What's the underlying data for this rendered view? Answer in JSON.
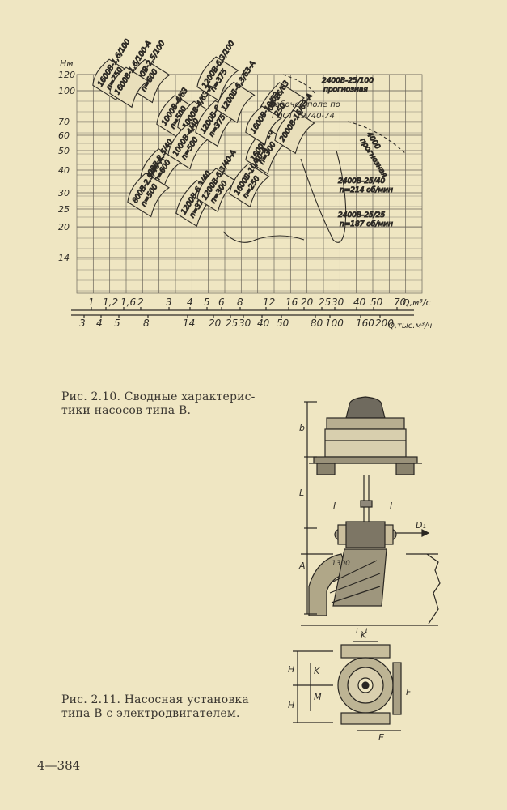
{
  "figure_2_10": {
    "caption_line1": "Рис. 2.10. Сводные характерис-",
    "caption_line2": "тики насосов типа В.",
    "y_unit": "Нм",
    "x_unit_top": "Q,м³/с",
    "x_unit_bottom": "Q,тыс.м³/ч",
    "working_field_label": "Рабочее поле по",
    "working_field_label2": "ГОСТ 19740-74",
    "chart_data": {
      "type": "area",
      "y_ticks": [
        "120",
        "100",
        "70",
        "60",
        "50",
        "40",
        "30",
        "25",
        "20",
        "14"
      ],
      "x_ticks_top": [
        "1",
        "1,2",
        "1,6",
        "2",
        "3",
        "4",
        "5",
        "6",
        "8",
        "12",
        "16",
        "20",
        "25",
        "30",
        "40",
        "50",
        "70"
      ],
      "x_ticks_bottom": [
        "3",
        "4",
        "5",
        "8",
        "14",
        "20",
        "25",
        "30",
        "40",
        "50",
        "80",
        "100",
        "160",
        "200"
      ],
      "pump_fields": [
        {
          "name": "1600В-1,6/100",
          "speed": "n=750"
        },
        {
          "name": "1800В-2,5/100",
          "speed": "n=600"
        },
        {
          "name": "1600В-1,6/100-А",
          "speed": ""
        },
        {
          "name": "1200В-6,3/100",
          "speed": "n=375"
        },
        {
          "name": "1000В-4/63",
          "speed": "n=500"
        },
        {
          "name": "1000В-4/63-А",
          "speed": ""
        },
        {
          "name": "1000В-4/40",
          "speed": "n=500"
        },
        {
          "name": "800В-2,5/40",
          "speed": "n=600"
        },
        {
          "name": "800В-2,5/40-А",
          "speed": "n=500"
        },
        {
          "name": "1200В-6,3/63",
          "speed": "n=375"
        },
        {
          "name": "1200В-6,3/63-А",
          "speed": ""
        },
        {
          "name": "1200В-6,3/40",
          "speed": "n=375"
        },
        {
          "name": "1200В-6,3/40-А",
          "speed": "n=300"
        },
        {
          "name": "1600В-10/40",
          "speed": "n=300"
        },
        {
          "name": "1600В-10/40-А",
          "speed": "n=250"
        },
        {
          "name": "2000В-16/63",
          "speed": "n=250"
        },
        {
          "name": "2000В-16/63-А",
          "speed": ""
        },
        {
          "name": "1600В-10/63",
          "speed": ""
        },
        {
          "name": "2400В-25/40",
          "speed": "n=214 об/мин"
        },
        {
          "name": "2400В-25/25",
          "speed": "n=187 об/мин"
        },
        {
          "name": "2400В-25/100",
          "speed": "прогнозная"
        },
        {
          "name": "4000",
          "speed": "прогнозная"
        }
      ]
    }
  },
  "figure_2_11": {
    "caption_line1": "Рис. 2.11. Насосная установка",
    "caption_line2": "типа В с электродвигателем.",
    "labels": [
      "b",
      "L",
      "A",
      "H",
      "H",
      "K",
      "M",
      "F",
      "E",
      "K",
      "I",
      "I",
      "D₁",
      "1300",
      "I - I"
    ]
  },
  "page_number": "4—384"
}
